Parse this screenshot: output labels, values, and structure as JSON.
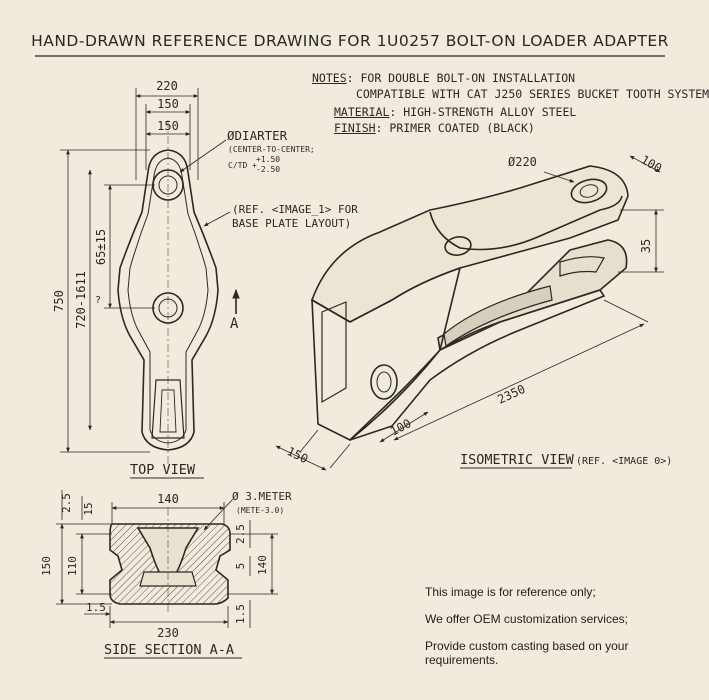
{
  "title": "HAND-DRAWN REFERENCE DRAWING FOR 1U0257 BOLT-ON LOADER ADAPTER",
  "notes": {
    "notes_label": "NOTES",
    "notes_line1": ": FOR DOUBLE BOLT-ON INSTALLATION",
    "notes_line2": "COMPATIBLE WITH CAT J250 SERIES BUCKET TOOTH SYSTEM",
    "material_label": "MATERIAL",
    "material_value": ": HIGH-STRENGTH ALLOY STEEL",
    "finish_label": "FINISH",
    "finish_value": ": PRIMER COATED (BLACK)"
  },
  "top_view": {
    "label": "TOP VIEW",
    "dim_220": "220",
    "dim_150a": "150",
    "dim_150b": "150",
    "dim_750": "750",
    "dim_720": "720-1611",
    "dim_65": "65±15",
    "dim_q": "?",
    "section_mark": "A",
    "diameter_callout": "ØDIARTER",
    "diameter_sub": "(CENTER-TO-CENTER;",
    "tol_prefix": "C/TD +",
    "tol_plus": "+1.50",
    "tol_minus": "-2.50",
    "ref_line1": "(REF. <IMAGE_1> FOR",
    "ref_line2": "BASE PLATE LAYOUT)"
  },
  "iso_view": {
    "label": "ISOMETRIC VIEW",
    "label_ref": "(REF. <IMAGE 0>)",
    "dim_220": "Ø220",
    "dim_100a": "100",
    "dim_35": "35",
    "dim_2350": "2350",
    "dim_100b": "100",
    "dim_150": "150"
  },
  "side_section": {
    "label": "SIDE SECTION A-A",
    "dim_140top": "140",
    "dim_25a": "2.5",
    "dim_15a": "15",
    "dim_150": "150",
    "dim_110": "110",
    "dim_15b": "1.5",
    "dim_230": "230",
    "dim_25b": "2.5",
    "dim_5": "5",
    "dim_140r": "140",
    "dim_15c": "1.5",
    "callout1": "Ø 3.METER",
    "callout2": "(METE-3.0)"
  },
  "footer": {
    "line1": "This image is for reference only;",
    "line2": "We offer OEM customization services;",
    "line3": "Provide custom casting based on your requirements."
  }
}
